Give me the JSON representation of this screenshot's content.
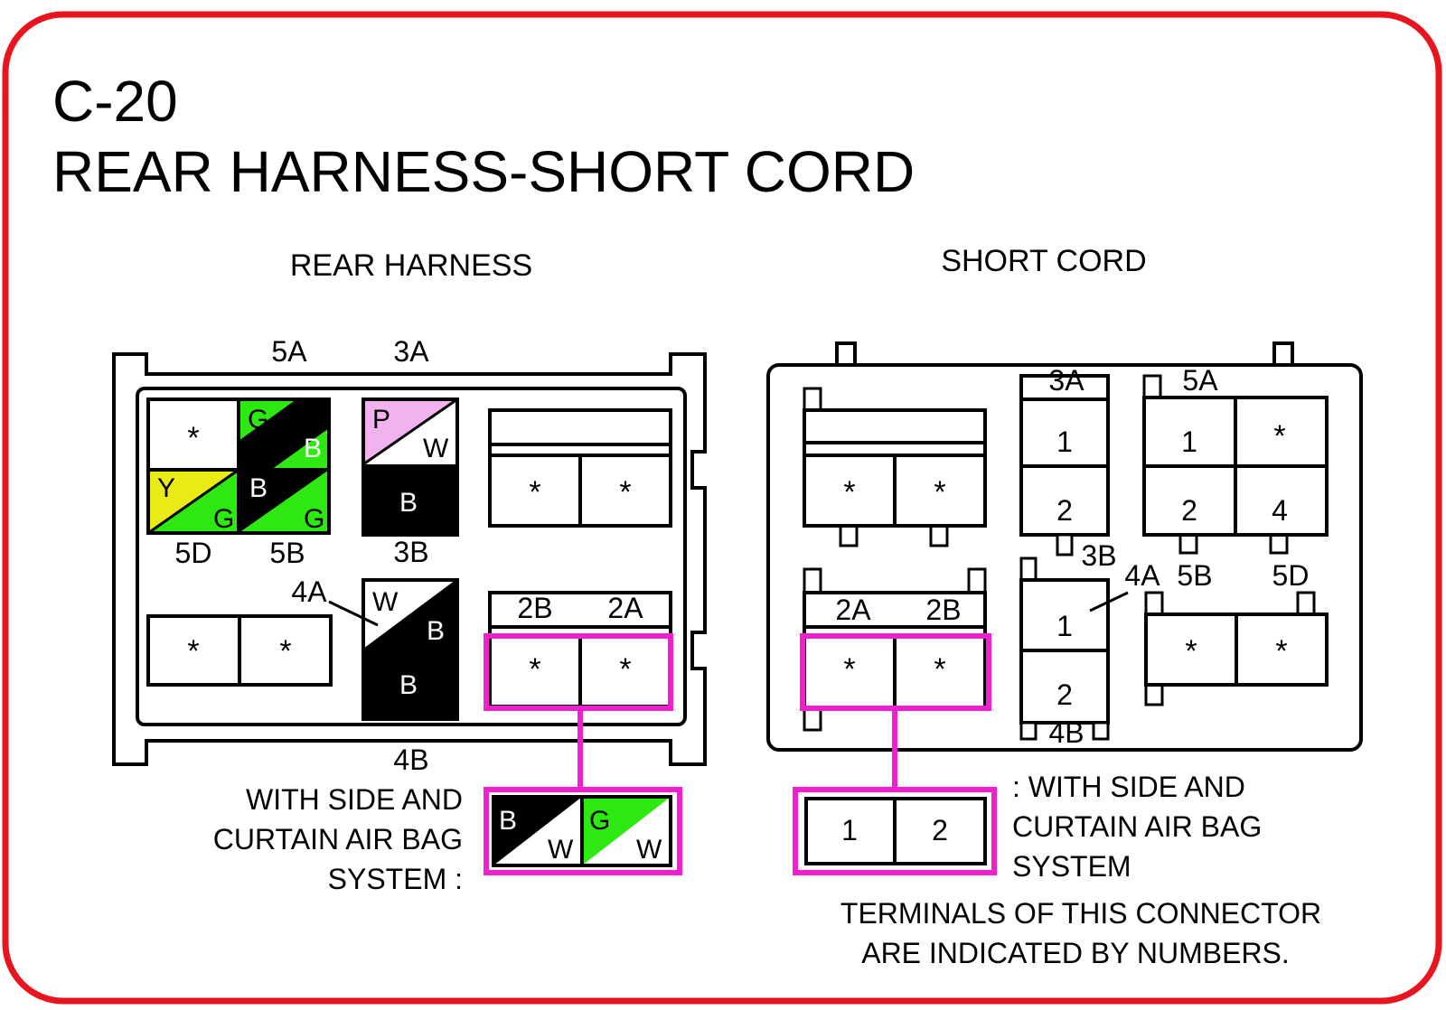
{
  "title": {
    "code": "C-20",
    "name": "REAR HARNESS-SHORT CORD"
  },
  "rear_harness": {
    "heading": "REAR HARNESS",
    "labels": {
      "l5A": "5A",
      "l3A": "3A",
      "l5D": "5D",
      "l5B": "5B",
      "l3B": "3B",
      "l4A": "4A",
      "l4B": "4B",
      "l2B": "2B",
      "l2A": "2A"
    },
    "wire_colors": {
      "g": "G",
      "b": "B",
      "y": "Y",
      "p": "P",
      "w": "W"
    },
    "star": "*",
    "note": [
      "WITH SIDE AND",
      "CURTAIN AIR BAG",
      "SYSTEM :"
    ]
  },
  "short_cord": {
    "heading": "SHORT CORD",
    "labels": {
      "l3A": "3A",
      "l5A": "5A",
      "l3B": "3B",
      "l4A": "4A",
      "l5B": "5B",
      "l5D": "5D",
      "l2A": "2A",
      "l2B": "2B",
      "l4B": "4B"
    },
    "pins": {
      "p1": "1",
      "p2": "2",
      "p4": "4"
    },
    "star": "*",
    "note": [
      ": WITH SIDE AND",
      "CURTAIN AIR BAG",
      "SYSTEM"
    ]
  },
  "footnote": [
    "TERMINALS OF THIS CONNECTOR",
    "ARE INDICATED BY NUMBERS."
  ],
  "colors": {
    "border": "#e8141e",
    "highlight": "#f21fd0",
    "green": "#2ee812",
    "yellow": "#eaea16",
    "pink": "#f2b2f0",
    "black": "#000000"
  }
}
